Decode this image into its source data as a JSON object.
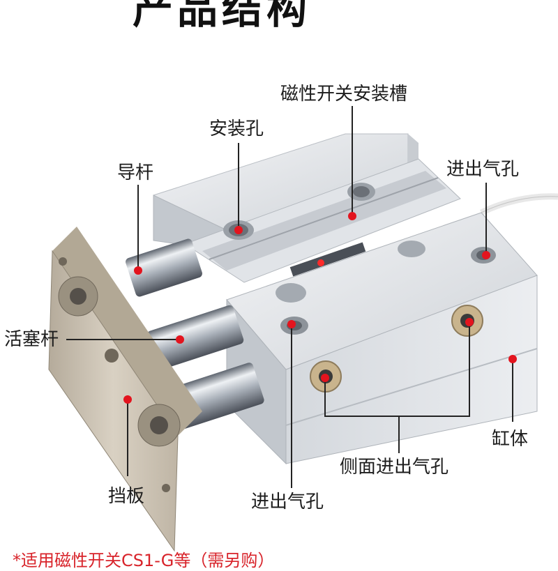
{
  "title": "产品结构",
  "labels": {
    "guide_rod": "导杆",
    "mounting_hole": "安装孔",
    "magnetic_switch_groove": "磁性开关安装槽",
    "air_port_top": "进出气孔",
    "piston_rod": "活塞杆",
    "cylinder_body": "缸体",
    "side_air_port": "侧面进出气孔",
    "baffle_plate": "挡板",
    "air_port_bottom": "进出气孔"
  },
  "footnote": "*适用磁性开关CS1-G等（需另购）",
  "colors": {
    "marker": "#e3141e",
    "leader": "#222222",
    "body": "#d9dde2",
    "plate": "#c9c0b1"
  }
}
